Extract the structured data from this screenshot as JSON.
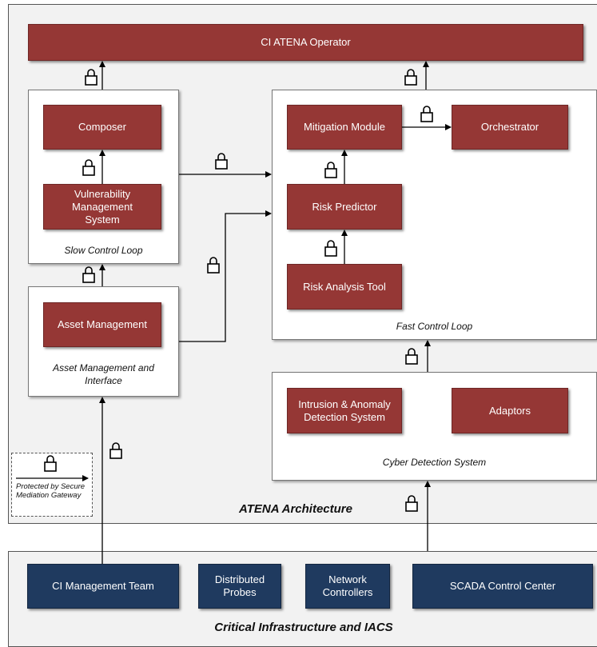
{
  "diagram": {
    "title": "ATENA Architecture",
    "infrastructure_title": "Critical Infrastructure and IACS",
    "operator": "CI ATENA Operator",
    "slow_loop": {
      "label": "Slow Control Loop",
      "composer": "Composer",
      "vulnerability": "Vulnerability Management System"
    },
    "asset": {
      "label": "Asset Management and Interface",
      "module": "Asset Management"
    },
    "fast_loop": {
      "label": "Fast Control Loop",
      "mitigation": "Mitigation Module",
      "orchestrator": "Orchestrator",
      "risk_predictor": "Risk Predictor",
      "risk_analysis": "Risk Analysis Tool"
    },
    "cyber": {
      "label": "Cyber Detection System",
      "ids": "Intrusion & Anomaly Detection System",
      "adaptors": "Adaptors"
    },
    "legend": {
      "text": "Protected by Secure Mediation Gateway",
      "icon": "lock-icon"
    },
    "infrastructure": {
      "team": "CI Management Team",
      "probes": "Distributed Probes",
      "controllers": "Network Controllers",
      "scada": "SCADA Control Center"
    }
  }
}
